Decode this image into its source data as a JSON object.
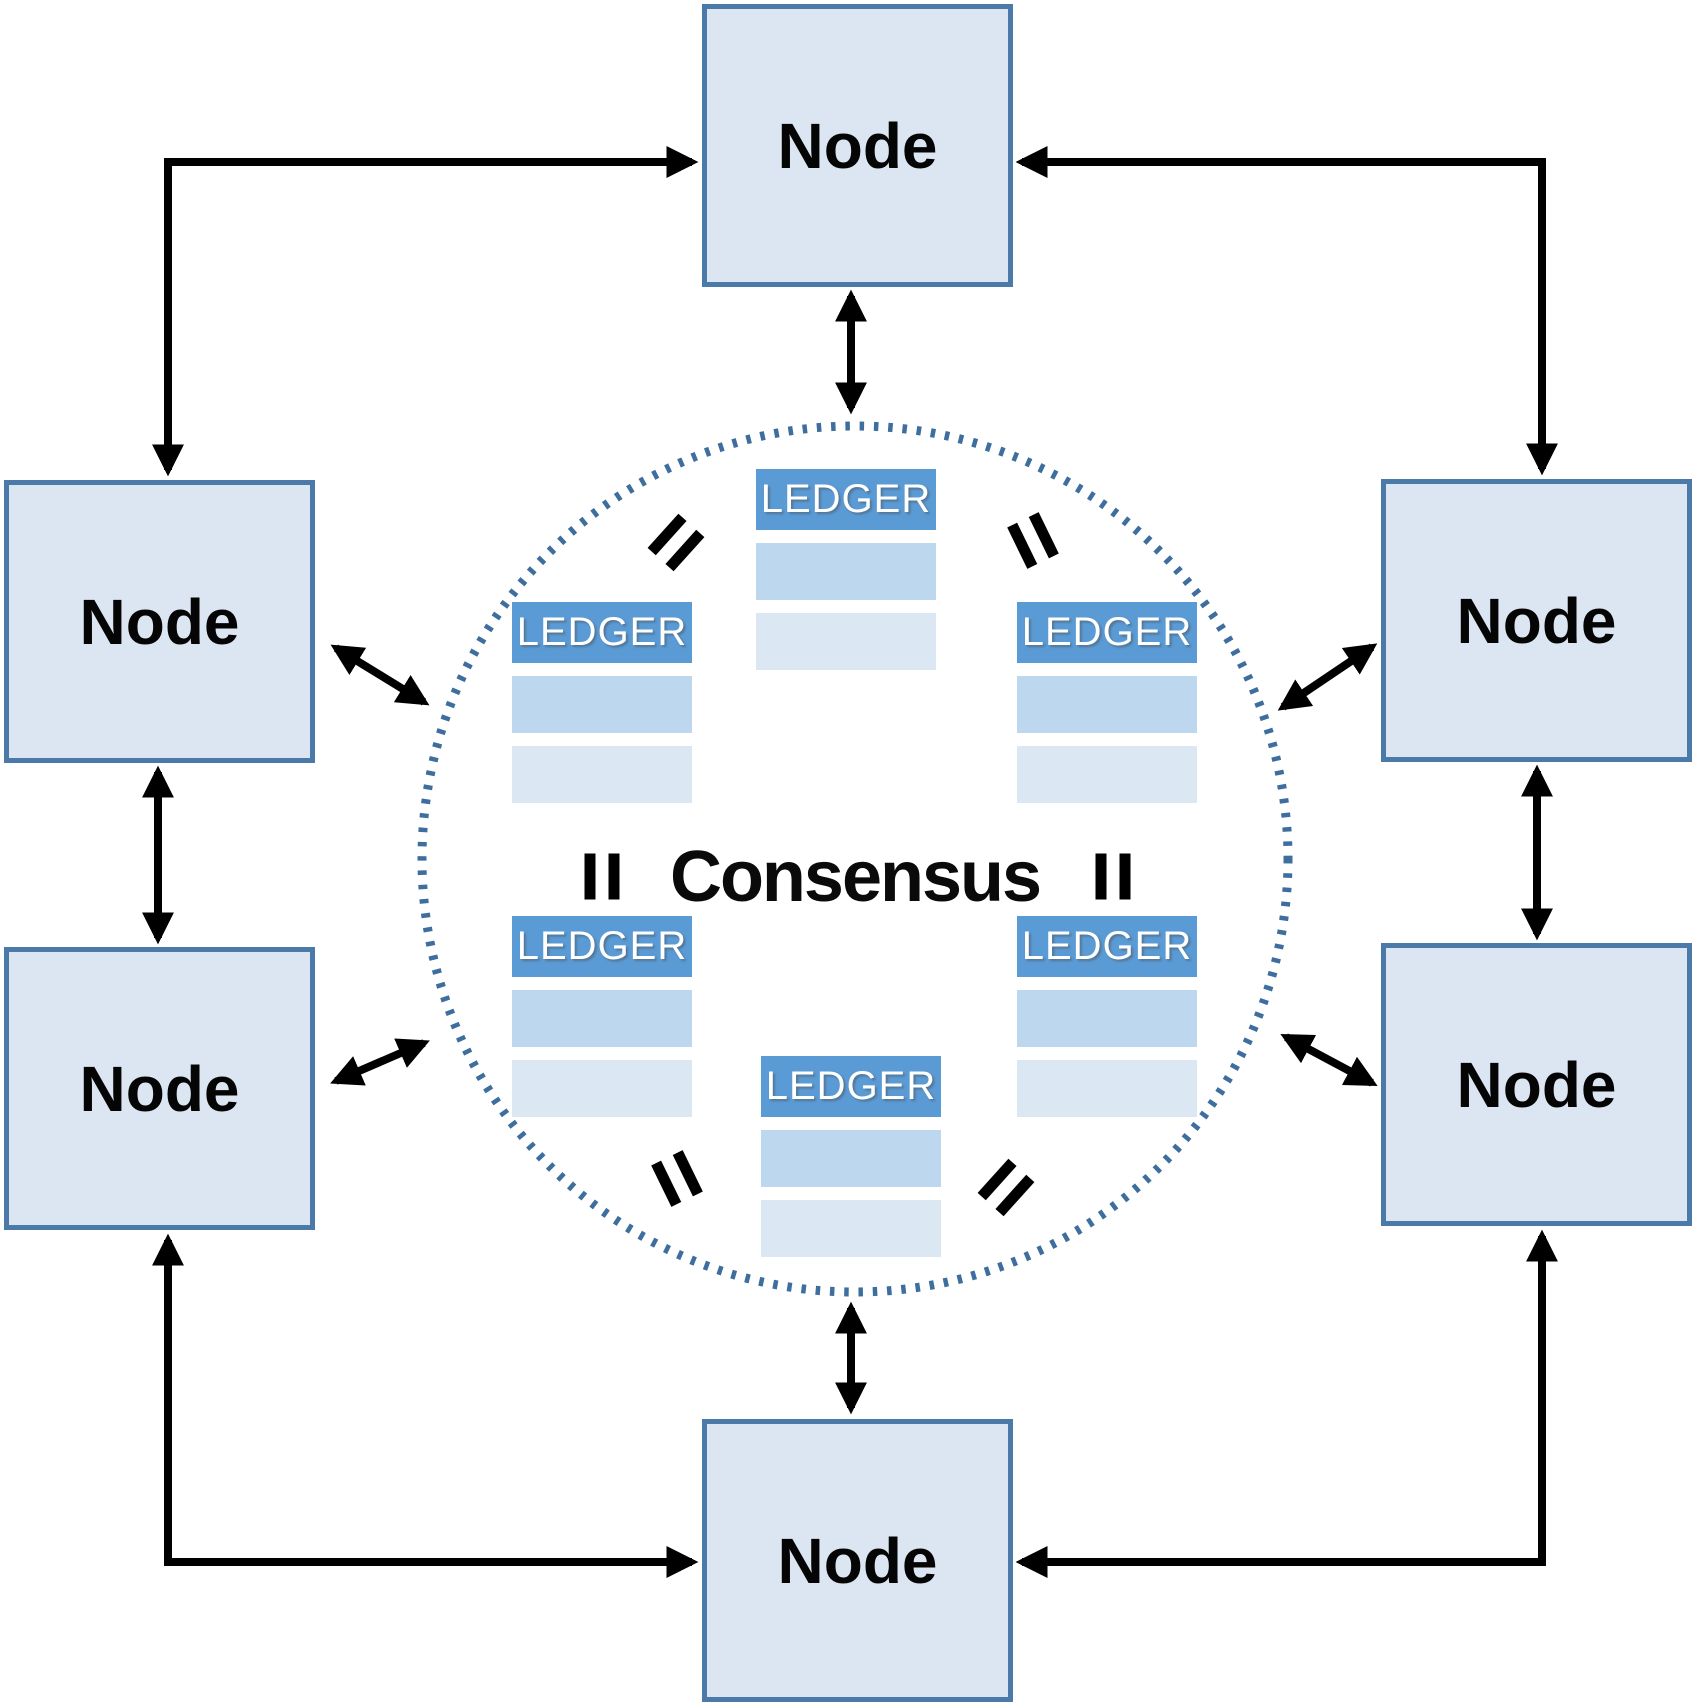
{
  "diagram": {
    "center": {
      "label": "Consensus"
    },
    "nodes": [
      {
        "id": "top",
        "label": "Node"
      },
      {
        "id": "left-upper",
        "label": "Node"
      },
      {
        "id": "left-lower",
        "label": "Node"
      },
      {
        "id": "right-upper",
        "label": "Node"
      },
      {
        "id": "right-lower",
        "label": "Node"
      },
      {
        "id": "bottom",
        "label": "Node"
      }
    ],
    "ledgers": [
      {
        "id": "top",
        "title": "LEDGER"
      },
      {
        "id": "left-upper",
        "title": "LEDGER"
      },
      {
        "id": "right-upper",
        "title": "LEDGER"
      },
      {
        "id": "left-lower",
        "title": "LEDGER"
      },
      {
        "id": "right-lower",
        "title": "LEDGER"
      },
      {
        "id": "bottom",
        "title": "LEDGER"
      }
    ],
    "symbols": {
      "equality": "="
    },
    "colors": {
      "node_fill": "#dce6f2",
      "node_border": "#4b79a8",
      "ledger_header": "#5b9bd5",
      "ledger_row_medium": "#bdd7ee",
      "ledger_row_light": "#dbe8f4",
      "circle_dots": "#3e6e9e",
      "arrow": "#000000",
      "text": "#000000"
    }
  }
}
